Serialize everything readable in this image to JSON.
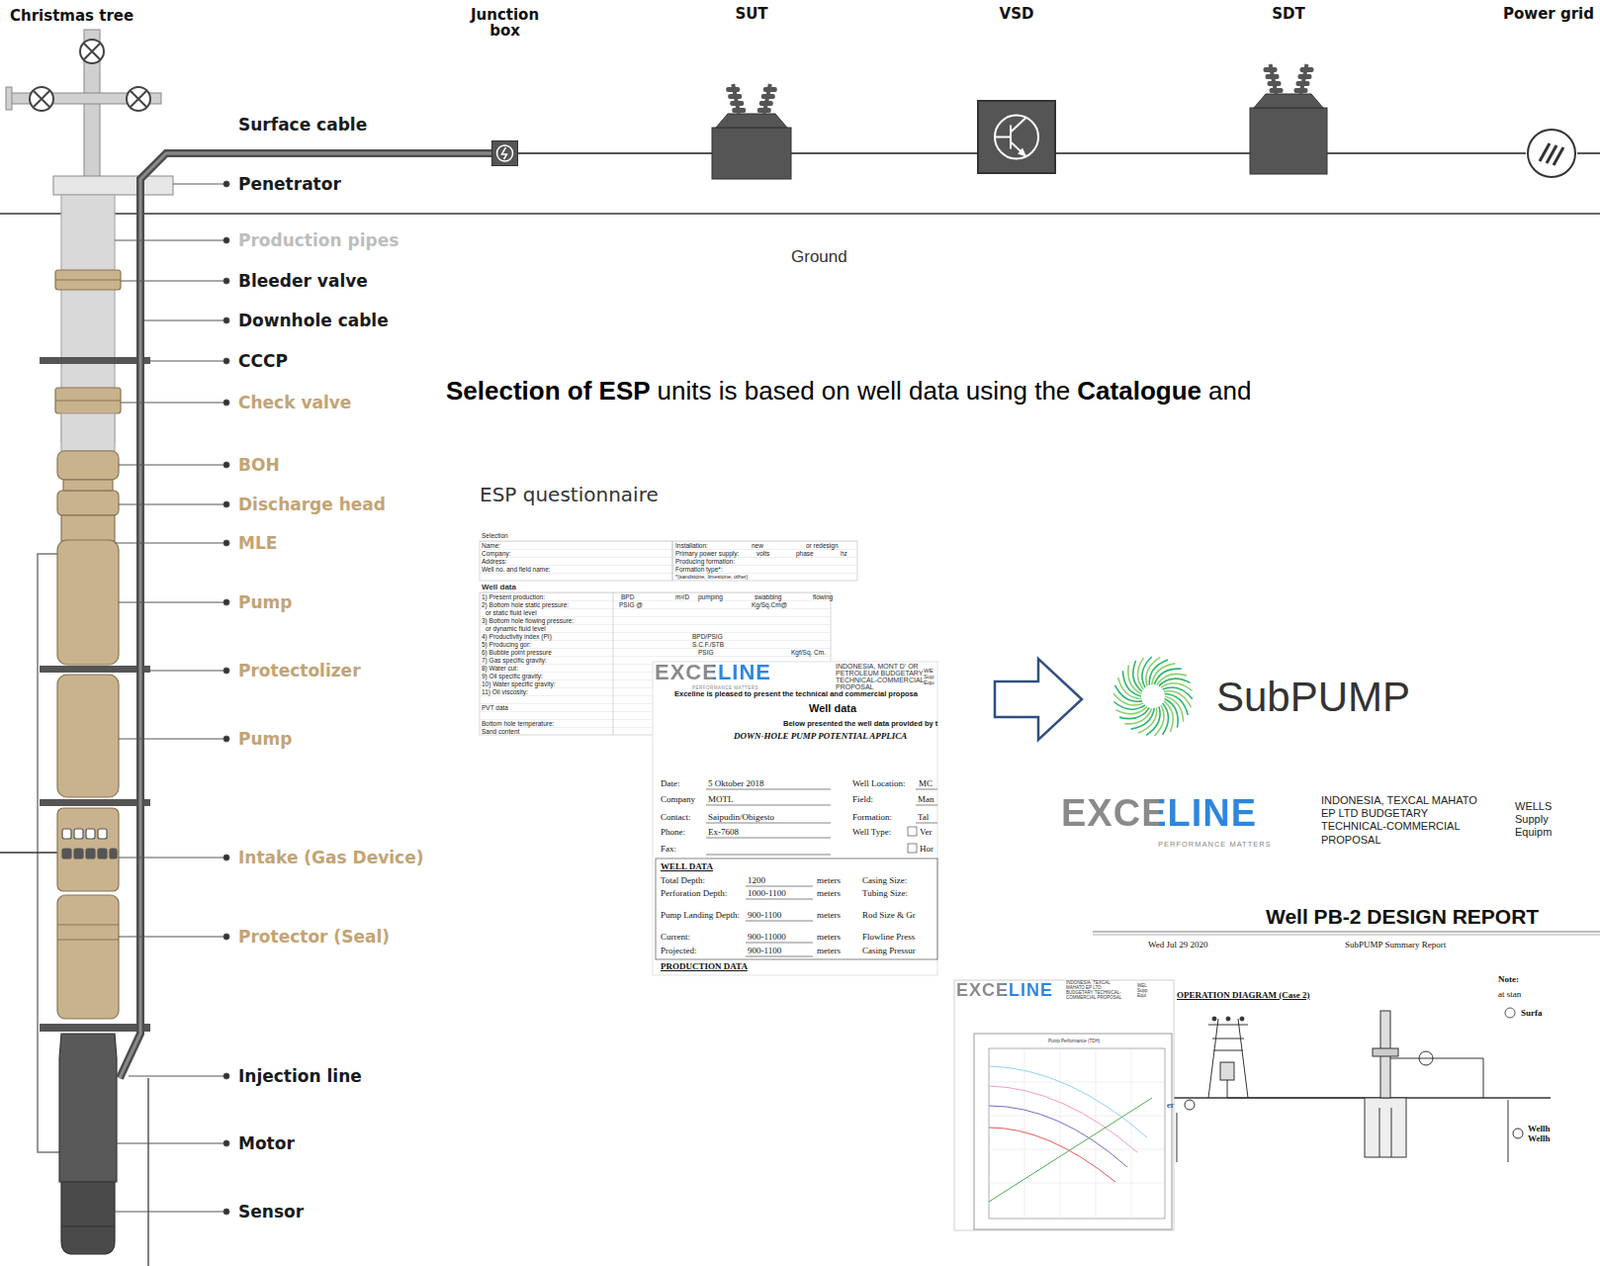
{
  "diagram": {
    "nodes": [
      {
        "text": [
          "Junction box"
        ]
      },
      {
        "text": [
          "SUT"
        ]
      },
      {
        "text": [
          "VSD"
        ]
      },
      {
        "text": [
          "SDT"
        ]
      },
      {
        "text": [
          "Power grid"
        ]
      }
    ],
    "edges": [
      {
        "from": 0,
        "to": 1,
        "arrow": "none"
      },
      {
        "from": 1,
        "to": 2,
        "arrow": "none"
      },
      {
        "from": 2,
        "to": 3,
        "arrow": "none"
      },
      {
        "from": 3,
        "to": 4,
        "arrow": "none"
      }
    ],
    "labels": [
      "Christmas tree",
      "Surface cable",
      "Penetrator",
      "Production pipes",
      "Bleeder valve",
      "Downhole cable",
      "CCCP",
      "Check valve",
      "BOH",
      "Discharge head",
      "MLE",
      "Pump",
      "Protectolizer",
      "Pump",
      "Intake (Gas Device)",
      "Protector (Seal)",
      "Injection line",
      "Motor",
      "Sensor",
      "Ground",
      "Selection of ESP",
      "units is based on well data using the",
      "Catalogue",
      "and",
      "ESP questionnaire",
      "SubPUMP",
      "Selection",
      "Name:",
      "Company:",
      "Address:",
      "Well no. and field name:",
      "Installation:",
      "new",
      "or redesign",
      "Primary power supply:",
      "volts",
      "phase",
      "hz",
      "Producing formation:",
      "Formation type*:",
      "*(sandstone, limestone, other)",
      "Well data",
      "1) Present production:",
      "2) Bottom hole static pressure:",
      "or static fluid level",
      "3) Bottom hole flowing pressure:",
      "or dynamic fluid level",
      "4) Productivity index (PI)",
      "5) Producing gor:",
      "6) Bubble point pressure",
      "7) Gas specific gravity:",
      "8) Water cut:",
      "9) Oil specific gravity:",
      "10) Water specific gravity:",
      "11) Oil viscosity:",
      "PVT data",
      "Bottom hole temperature:",
      "Sand content",
      "BPD",
      "m³/D",
      "pumping",
      "swabbing",
      "flowing",
      "PSIG @",
      "Kg/Sq.Cm@",
      "BPD/PSIG",
      "S.C.F./STB",
      "PSIG",
      "Kgf/Sq. Cm.",
      "EXCELINE",
      "PERFORMANCE MATTERS",
      "INDONESIA, MONT D' OR PETROLEUM BUDGETARY TECHNICAL-COMMERCIAL PROPOSAL",
      "WE Sup Equ",
      "Exceline is pleased to present the technical and commercial proposa",
      "Well data",
      "Below presented the well data provided by t",
      "DOWN-HOLE PUMP POTENTIAL APPLICA",
      "Date:",
      "5 Oktober 2018",
      "Company",
      "MOTL",
      "Contact:",
      "Saipudin/Obigesto",
      "Phone:",
      "Ex-7608",
      "Fax:",
      "Well Location:",
      "MC",
      "Field:",
      "Man",
      "Formation:",
      "Tal",
      "Well Type:",
      "Ver",
      "Hor",
      "WELL DATA",
      "Total Depth:",
      "1200",
      "meters",
      "Perforation Depth:",
      "1000-1100",
      "meters",
      "Pump Landing Depth:",
      "900-1100",
      "meters",
      "Current:",
      "900-11000",
      "meters",
      "Projected:",
      "900-1100",
      "meters",
      "Casing Size:",
      "Tubing Size:",
      "Rod Size & Gr",
      "Flowline Press",
      "Casing Pressur",
      "PRODUCTION DATA",
      "EXCELINE",
      "PERFORMANCE MATTERS",
      "INDONESIA, TEXCAL MAHATO EP LTD BUDGETARY TECHNICAL-COMMERCIAL PROPOSAL",
      "WELLS Supply Equipm",
      "Well PB-2 DESIGN REPORT",
      "Wed Jul 29 2020",
      "SubPUMP Summary Report",
      "Note:",
      "at stan",
      "Surfa",
      "EXCELINE",
      "INDONESIA, TEXCAL MAHATO EP LTD BUDGETARY TECHNICAL-COMMERCIAL PROPOSAL",
      "WEL Supp Equi",
      "OPERATION DIAGRAM (Case 2)",
      "Pump Performance (TDH)",
      "er",
      "Wellh Wellh"
    ]
  }
}
